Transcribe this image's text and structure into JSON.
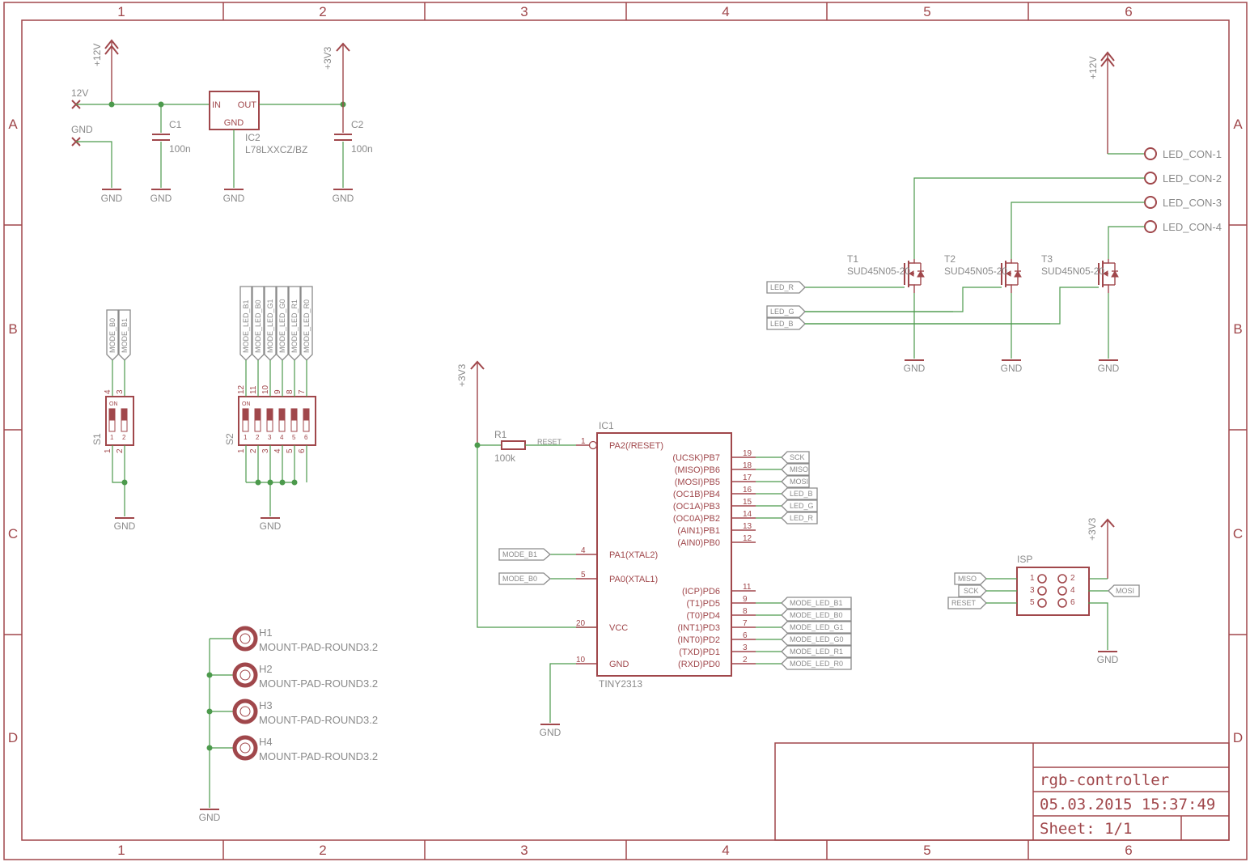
{
  "grid": {
    "columns": [
      "1",
      "2",
      "3",
      "4",
      "5",
      "6"
    ],
    "rows": [
      "A",
      "B",
      "C",
      "D"
    ]
  },
  "title_block": {
    "name": "rgb-controller",
    "datetime": "05.03.2015 15:37:49",
    "sheet": "Sheet: 1/1"
  },
  "power": {
    "v12": "+12V",
    "v33": "+3V3",
    "gnd": "GND",
    "in_12v": "12V",
    "in_gnd": "GND"
  },
  "regulator": {
    "ref": "IC2",
    "value": "L78LXXCZ/BZ",
    "pin_in": "IN",
    "pin_out": "OUT",
    "pin_gnd": "GND"
  },
  "caps": [
    {
      "ref": "C1",
      "value": "100n"
    },
    {
      "ref": "C2",
      "value": "100n"
    }
  ],
  "resistor": {
    "ref": "R1",
    "value": "100k",
    "net": "RESET"
  },
  "mcu": {
    "ref": "IC1",
    "value": "TINY2313",
    "left_pins": [
      {
        "num": "1",
        "name": "PA2(/RESET)"
      },
      {
        "num": "4",
        "name": "PA1(XTAL2)"
      },
      {
        "num": "5",
        "name": "PA0(XTAL1)"
      },
      {
        "num": "20",
        "name": "VCC"
      },
      {
        "num": "10",
        "name": "GND"
      }
    ],
    "right_pins": [
      {
        "num": "19",
        "name": "(UCSK)PB7",
        "net": "SCK"
      },
      {
        "num": "18",
        "name": "(MISO)PB6",
        "net": "MISO"
      },
      {
        "num": "17",
        "name": "(MOSI)PB5",
        "net": "MOSI"
      },
      {
        "num": "16",
        "name": "(OC1B)PB4",
        "net": "LED_B"
      },
      {
        "num": "15",
        "name": "(OC1A)PB3",
        "net": "LED_G"
      },
      {
        "num": "14",
        "name": "(OC0A)PB2",
        "net": "LED_R"
      },
      {
        "num": "13",
        "name": "(AIN1)PB1",
        "net": ""
      },
      {
        "num": "12",
        "name": "(AIN0)PB0",
        "net": ""
      },
      {
        "num": "11",
        "name": "(ICP)PD6",
        "net": ""
      },
      {
        "num": "9",
        "name": "(T1)PD5",
        "net": "MODE_LED_B1"
      },
      {
        "num": "8",
        "name": "(T0)PD4",
        "net": "MODE_LED_B0"
      },
      {
        "num": "7",
        "name": "(INT1)PD3",
        "net": "MODE_LED_G1"
      },
      {
        "num": "6",
        "name": "(INT0)PD2",
        "net": "MODE_LED_G0"
      },
      {
        "num": "3",
        "name": "(TXD)PD1",
        "net": "MODE_LED_R1"
      },
      {
        "num": "2",
        "name": "(RXD)PD0",
        "net": "MODE_LED_R0"
      }
    ],
    "left_nets": [
      "MODE_B1",
      "MODE_B0"
    ]
  },
  "switches": {
    "s1": {
      "ref": "S1",
      "on": "ON",
      "nets": [
        "MODE_B0",
        "MODE_B1"
      ],
      "top_pins": [
        "4",
        "3"
      ],
      "bot_pins": [
        "1",
        "2"
      ],
      "pos": [
        "1",
        "2"
      ]
    },
    "s2": {
      "ref": "S2",
      "on": "ON",
      "nets": [
        "MODE_LED_B1",
        "MODE_LED_B0",
        "MODE_LED_G1",
        "MODE_LED_G0",
        "MODE_LED_R1",
        "MODE_LED_R0"
      ],
      "top_pins": [
        "12",
        "11",
        "10",
        "9",
        "8",
        "7"
      ],
      "bot_pins": [
        "1",
        "2",
        "3",
        "4",
        "5",
        "6"
      ],
      "pos": [
        "1",
        "2",
        "3",
        "4",
        "5",
        "6"
      ]
    }
  },
  "connectors": [
    "LED_CON-1",
    "LED_CON-2",
    "LED_CON-3",
    "LED_CON-4"
  ],
  "transistors": [
    {
      "ref": "T1",
      "value": "SUD45N05-20",
      "net": "LED_R"
    },
    {
      "ref": "T2",
      "value": "SUD45N05-20",
      "net": "LED_G"
    },
    {
      "ref": "T3",
      "value": "SUD45N05-20",
      "net": "LED_B"
    }
  ],
  "isp": {
    "ref": "ISP",
    "pins": [
      "1",
      "2",
      "3",
      "4",
      "5",
      "6"
    ],
    "left_nets": [
      "MISO",
      "SCK",
      "RESET"
    ],
    "right_net": "MOSI"
  },
  "mounts": [
    {
      "ref": "H1",
      "value": "MOUNT-PAD-ROUND3.2"
    },
    {
      "ref": "H2",
      "value": "MOUNT-PAD-ROUND3.2"
    },
    {
      "ref": "H3",
      "value": "MOUNT-PAD-ROUND3.2"
    },
    {
      "ref": "H4",
      "value": "MOUNT-PAD-ROUND3.2"
    }
  ],
  "colors": {
    "symbol": "#a0474b",
    "net": "#4c9a4c",
    "label": "#8a8a8a"
  }
}
